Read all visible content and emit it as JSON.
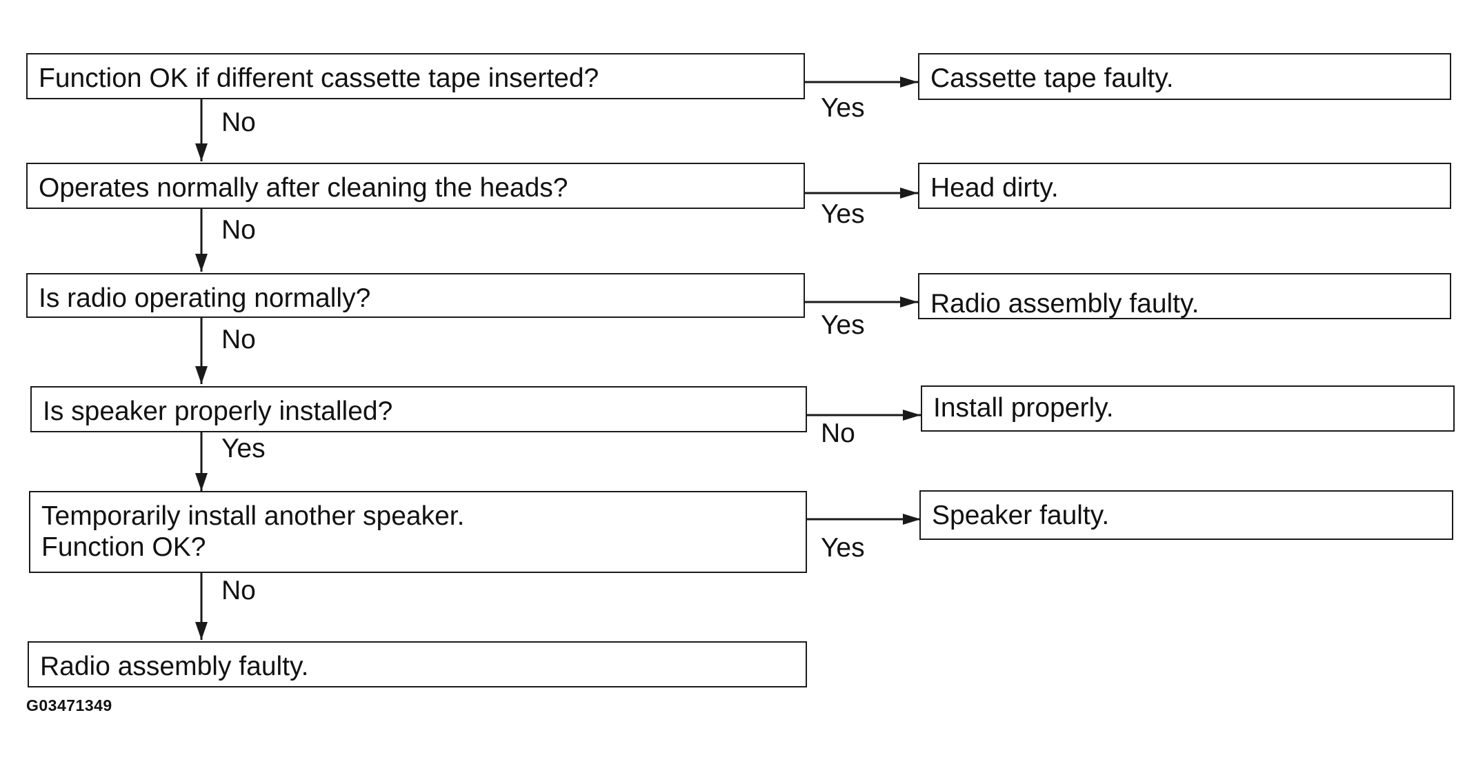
{
  "questions": {
    "q1": "Function OK if different cassette tape inserted?",
    "q2": "Operates normally after cleaning the heads?",
    "q3": "Is radio operating normally?",
    "q4": "Is speaker properly installed?",
    "q5_line1": "Temporarily install another speaker.",
    "q5_line2": "Function OK?",
    "final": "Radio assembly faulty."
  },
  "results": {
    "r1": "Cassette tape faulty.",
    "r2": "Head dirty.",
    "r3": "Radio assembly faulty.",
    "r4": "Install properly.",
    "r5": "Speaker faulty."
  },
  "branch_labels": {
    "down1": "No",
    "down2": "No",
    "down3": "No",
    "down4": "Yes",
    "down5": "No",
    "right1": "Yes",
    "right2": "Yes",
    "right3": "Yes",
    "right4": "No",
    "right5": "Yes"
  },
  "figure_code": "G03471349"
}
